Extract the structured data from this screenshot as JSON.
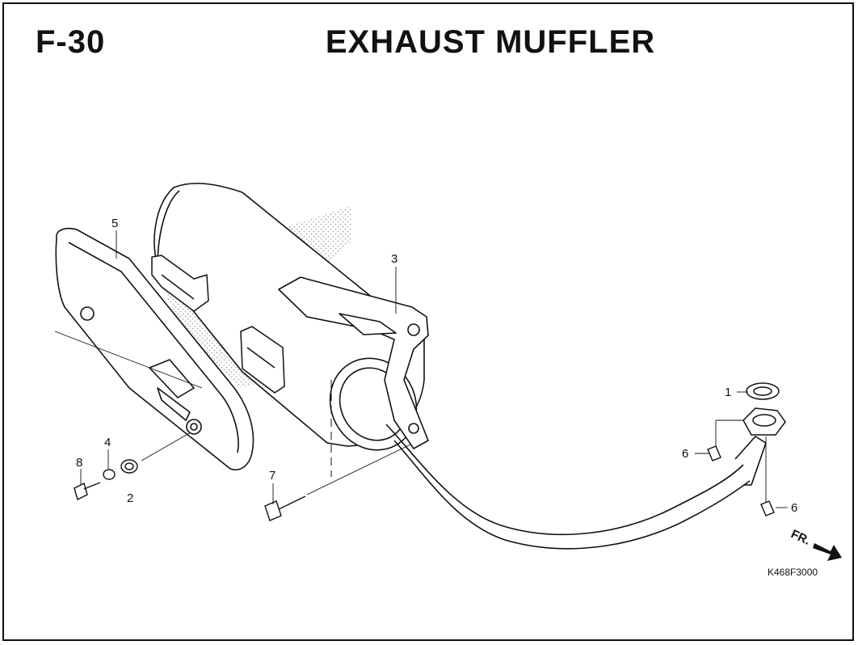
{
  "header": {
    "section_code": "F-30",
    "title": "EXHAUST MUFFLER"
  },
  "callouts": [
    "1",
    "2",
    "3",
    "4",
    "5",
    "6",
    "6",
    "7",
    "8"
  ],
  "direction_label": "FR.",
  "drawing_code": "K468F3000"
}
